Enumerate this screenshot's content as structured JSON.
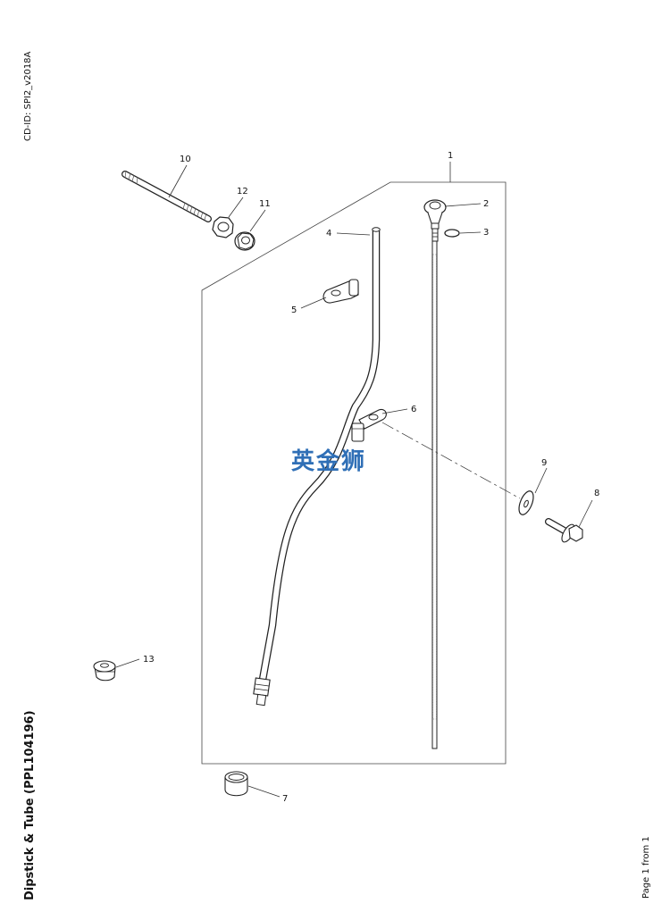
{
  "header": {
    "cd_id": "CD-ID: SPI2_v2018A"
  },
  "title": "Dipstick & Tube (PPL104196)",
  "footer": {
    "page": "Page 1 from 1"
  },
  "watermark": "英金狮",
  "callouts": {
    "c1": "1",
    "c2": "2",
    "c3": "3",
    "c4": "4",
    "c5": "5",
    "c6": "6",
    "c7": "7",
    "c8": "8",
    "c9": "9",
    "c10": "10",
    "c11": "11",
    "c12": "12",
    "c13": "13"
  }
}
